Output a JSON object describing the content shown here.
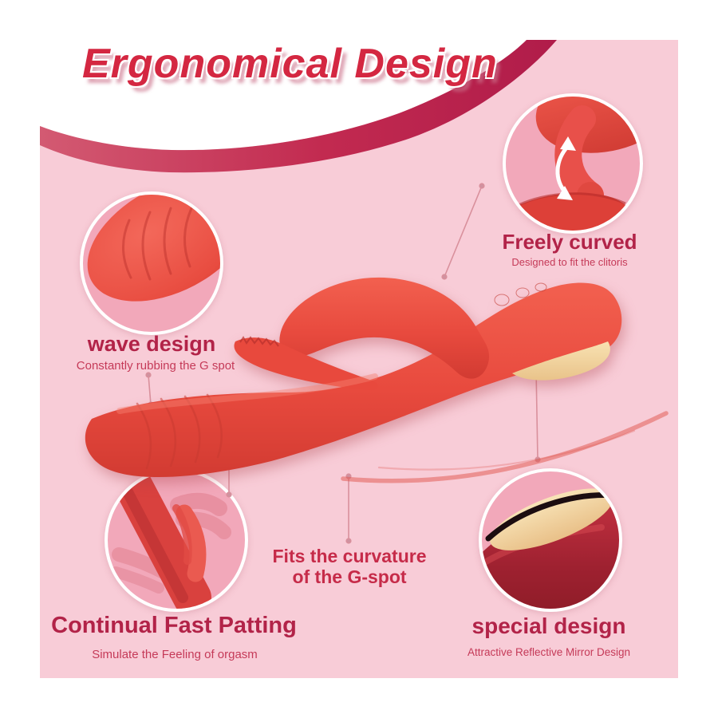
{
  "title": "Ergonomical Design",
  "callouts": {
    "freely_curved": {
      "label": "Freely curved",
      "description": "Designed to fit the clitoris"
    },
    "wave_design": {
      "label": "wave design",
      "description": "Constantly rubbing the G spot"
    },
    "continual_patting": {
      "label": "Continual Fast Patting",
      "description": "Simulate the Feeling of orgasm"
    },
    "special_design": {
      "label": "special design",
      "description": "Attractive Reflective Mirror Design"
    },
    "center_note": {
      "line1": "Fits the curvature",
      "line2": "of the G-spot"
    }
  },
  "icons": {
    "freely_curved_motion": "double-curved-arrow",
    "insets": [
      "wave-tip-closeup",
      "curved-arm-closeup",
      "patting-fingers-closeup",
      "mirror-base-closeup"
    ]
  },
  "colors": {
    "background": "#ffffff",
    "panel_pink": "#f8ccd7",
    "inset_pink": "#f2a8ba",
    "ribbon_magenta": "#c22a50",
    "title_red": "#d42741",
    "heading_red": "#b22348",
    "subtitle_red": "#c53a58",
    "product_red": "#ee5347",
    "mirror_gold": "#f3d6a4"
  }
}
